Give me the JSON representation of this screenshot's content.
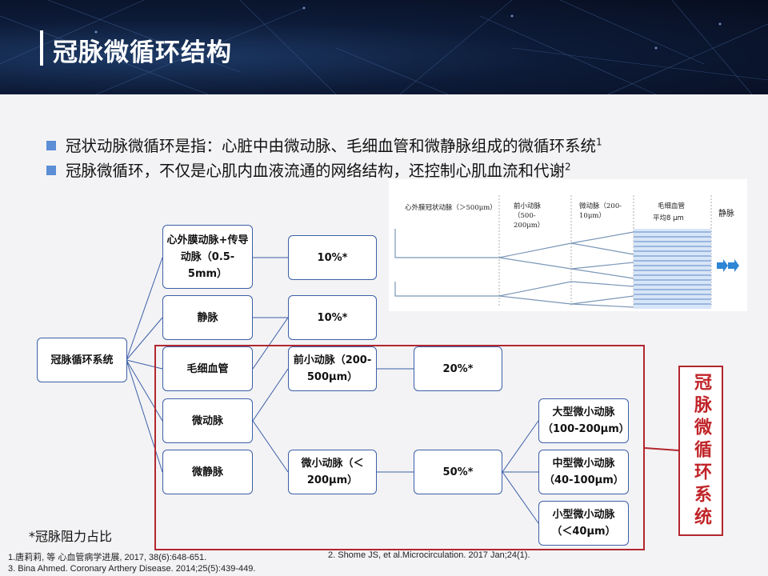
{
  "title": "冠脉微循环结构",
  "bullets": [
    {
      "text": "冠状动脉微循环是指：心脏中由微动脉、毛细血管和微静脉组成的微循环系统",
      "ref": "1"
    },
    {
      "text": "冠脉微循环，不仅是心肌内血液流通的网络结构，还控制心肌血流和代谢",
      "ref": "2"
    }
  ],
  "tree": {
    "root": "冠脉循环系统",
    "level1": [
      "心外膜动脉+传导动脉（0.5-5mm）",
      "静脉",
      "毛细血管",
      "微动脉",
      "微静脉"
    ],
    "pct_epicardial": "10%*",
    "pct_vein": "10%*",
    "pre_arteriole": "前小动脉（200-500μm）",
    "pct_pre": "20%*",
    "small_arteriole": "微小动脉（＜200μm）",
    "pct_small": "50%*",
    "large_micro": "大型微小动脉（100-200μm）",
    "medium_micro": "中型微小动脉（40-100μm）",
    "tiny_micro": "小型微小动脉（＜40μm）"
  },
  "system_label": "冠脉微循环系统",
  "vessel_diagram": {
    "epicardial": "心外膜冠状动脉（＞500μm）",
    "pre": "前小动脉（500-200μm）",
    "micro": "微动脉（200-10μm）",
    "capillary": "毛细血管",
    "capillary_avg": "平均8 μm",
    "vein": "静脉"
  },
  "footnote": "*冠脉阻力占比",
  "references": [
    "1.唐莉莉, 等 心血管病学进展,  2017, 38(6):648-651.",
    "2. Shome JS, et al.Microcirculation.  2017 Jan;24(1).",
    "3. Bina Ahmed. Coronary Arthery Disease. 2014;25(5):439-449."
  ],
  "colors": {
    "box_border": "#3c5fa8",
    "highlight": "#c02428",
    "bullet": "#5b8ed6",
    "banner": "#0d1b38"
  }
}
